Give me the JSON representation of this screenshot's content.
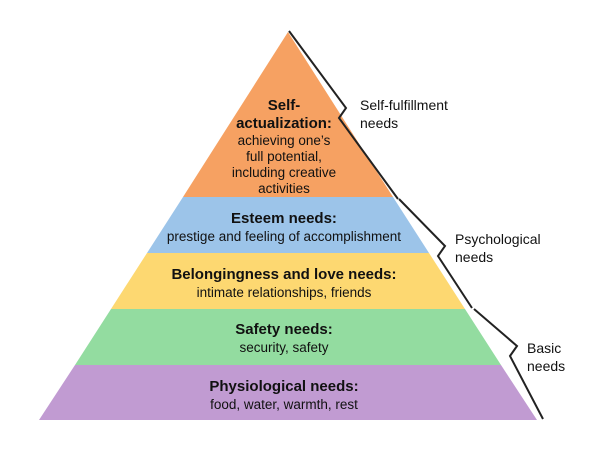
{
  "colors": {
    "self_actualization": "#F6A162",
    "esteem": "#9CC4E9",
    "belonging": "#FDD871",
    "safety": "#93DCA0",
    "physiological": "#C19BD2",
    "bracket": "#222222",
    "text": "#111111"
  },
  "pyramid": {
    "self_actualization": {
      "title_line1": "Self-",
      "title_line2": "actualization:",
      "desc_line1": "achieving one’s",
      "desc_line2": "full potential,",
      "desc_line3": "including creative",
      "desc_line4": "activities"
    },
    "esteem": {
      "title": "Esteem needs:",
      "desc": "prestige and feeling of accomplishment"
    },
    "belonging": {
      "title": "Belongingness and love needs:",
      "desc": "intimate relationships, friends"
    },
    "safety": {
      "title": "Safety needs:",
      "desc": "security, safety"
    },
    "physiological": {
      "title": "Physiological needs:",
      "desc": "food, water, warmth, rest"
    }
  },
  "brackets": {
    "self_fulfillment": {
      "line1": "Self-fulfillment",
      "line2": "needs"
    },
    "psychological": {
      "line1": "Psychological",
      "line2": "needs"
    },
    "basic": {
      "line1": "Basic",
      "line2": "needs"
    }
  }
}
